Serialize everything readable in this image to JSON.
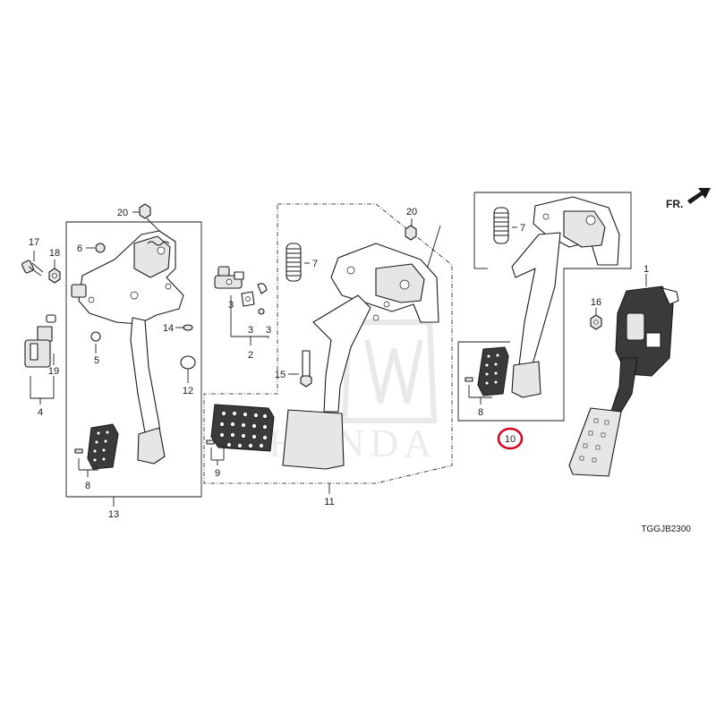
{
  "front_indicator": {
    "text": "FR."
  },
  "diagram_code": "TGGJB2300",
  "watermark": "HONDA",
  "highlight_color": "#d0021b",
  "callouts": {
    "p1": "1",
    "p2": "2",
    "p3a": "3",
    "p3b": "3",
    "p3c": "3",
    "p4": "4",
    "p5": "5",
    "p6": "6",
    "p7a": "7",
    "p7b": "7",
    "p8a": "8",
    "p8b": "8",
    "p9": "9",
    "p10": "10",
    "p11": "11",
    "p12": "12",
    "p13": "13",
    "p14": "14",
    "p15": "15",
    "p16": "16",
    "p17": "17",
    "p18": "18",
    "p19": "19",
    "p20a": "20",
    "p20b": "20"
  }
}
